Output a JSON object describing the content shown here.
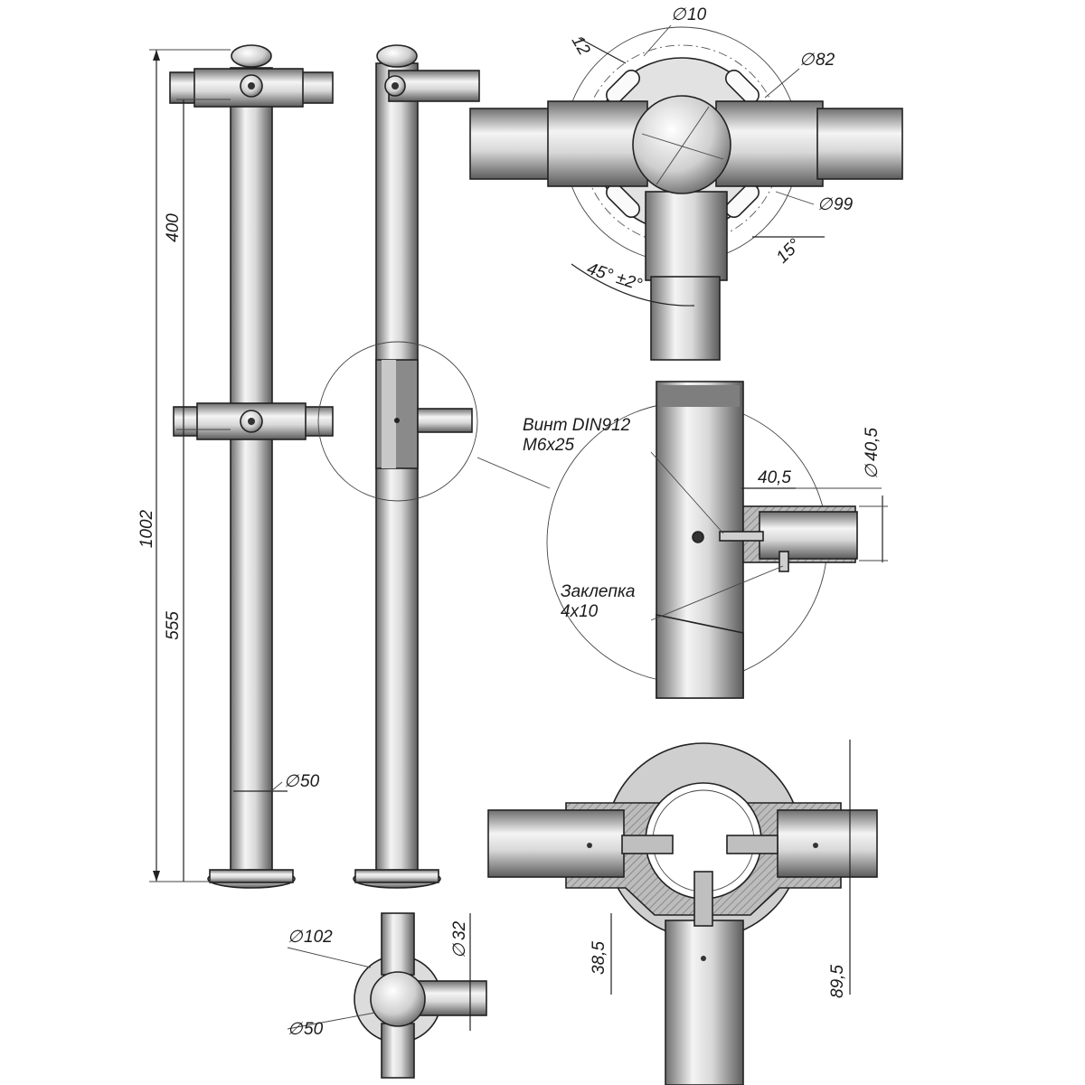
{
  "labels": {
    "height_total": "1002",
    "height_upper": "400",
    "height_lower": "555",
    "pipe_dia": "50",
    "hole_dia": "10",
    "slot_len": "12",
    "flange_outer": "82",
    "flange_base": "99",
    "angle_small": "15°",
    "angle_main": "45° ±2°",
    "screw_line1": "Винт DIN912",
    "screw_line2": "M6x25",
    "rivet_line1": "Заклепка",
    "rivet_line2": "4x10",
    "dim_offset": "40,5",
    "dim_dia_detail": "40,5",
    "base_dia": "102",
    "post_dia_top": "50",
    "rail_dia": "32",
    "dim_left_bottom": "38,5",
    "dim_right_bottom": "89,5",
    "diameter_symbol": "∅"
  },
  "colors": {
    "tube_dark": "#6e6e6e",
    "tube_mid": "#bdbdbd",
    "tube_light": "#f4f4f4",
    "line": "#222222",
    "hatch": "#9a9a9a"
  }
}
